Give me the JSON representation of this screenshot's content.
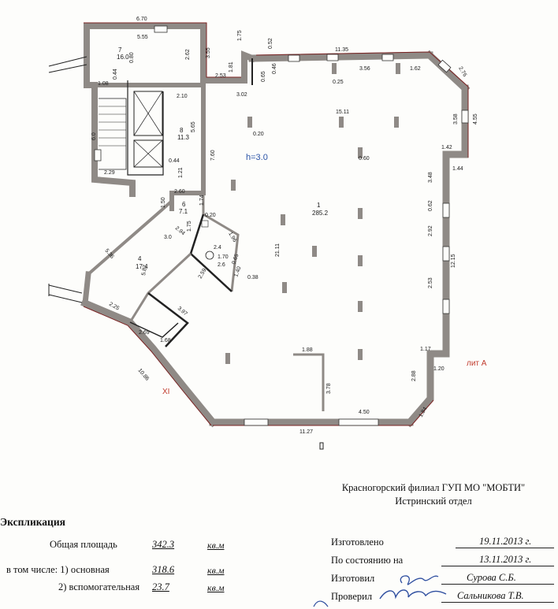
{
  "plan": {
    "ceiling": "h=3.0",
    "lit": "лит А",
    "xi": "XI",
    "rooms": [
      {
        "num": "7",
        "area": "16.0"
      },
      {
        "num": "8",
        "area": "11.3"
      },
      {
        "num": "1",
        "area": "285.2"
      },
      {
        "num": "6",
        "area": "7.1"
      },
      {
        "num": "4",
        "area": "17.4"
      }
    ],
    "dims": [
      "6.70",
      "5.55",
      "2.62",
      "3.55",
      "1.75",
      "0.52",
      "11.35",
      "1.81",
      "0.65",
      "0.46",
      "2.53",
      "3.02",
      "2.10",
      "1.08",
      "0.44",
      "5.65",
      "7.60",
      "6.0",
      "2.29",
      "1.21",
      "0.44",
      "2.60",
      "1.74",
      "1.50",
      "0.20",
      "2.94",
      "3.0",
      "1.96",
      "1.75",
      "2.4",
      "1.70",
      "2.6",
      "0.65",
      "1.40",
      "0.38",
      "5.36",
      "5.87",
      "2.59",
      "3.97",
      "2.25",
      "2.69",
      "1.68",
      "10.86",
      "21.11",
      "3.56",
      "1.62",
      "2.76",
      "4.55",
      "3.58",
      "1.42",
      "1.44",
      "3.48",
      "12.15",
      "2.92",
      "2.53",
      "1.17",
      "1.20",
      "2.88",
      "1.84",
      "4.50",
      "11.27",
      "1.88",
      "3.78",
      "0.20",
      "0.60",
      "0.25",
      "0.80",
      "15.11",
      "0.62"
    ]
  },
  "org": {
    "line1": "Красногорский филиал ГУП МО \"МОБТИ\"",
    "line2": "Истринский отдел"
  },
  "explication": {
    "title": "Экспликация",
    "total_label": "Общая площадь",
    "total_value": "342.3",
    "main_label": "в том числе: 1) основная",
    "main_value": "318.6",
    "aux_label": "2) вспомогательная",
    "aux_value": "23.7",
    "unit": "кв.м"
  },
  "meta": {
    "made_label": "Изготовлено",
    "made_date": "19.11.2013 г.",
    "state_label": "По состоянию на",
    "state_date": "13.11.2013 г.",
    "maker_label": "Изготовил",
    "maker_name": "Сурова С.Б.",
    "checker_label": "Проверил",
    "checker_name": "Сальникова Т.В."
  },
  "colors": {
    "wall_fill": "#8f8a86",
    "wall_edge": "#7a2222",
    "blue": "#2c55a8",
    "red": "#c0392b"
  }
}
